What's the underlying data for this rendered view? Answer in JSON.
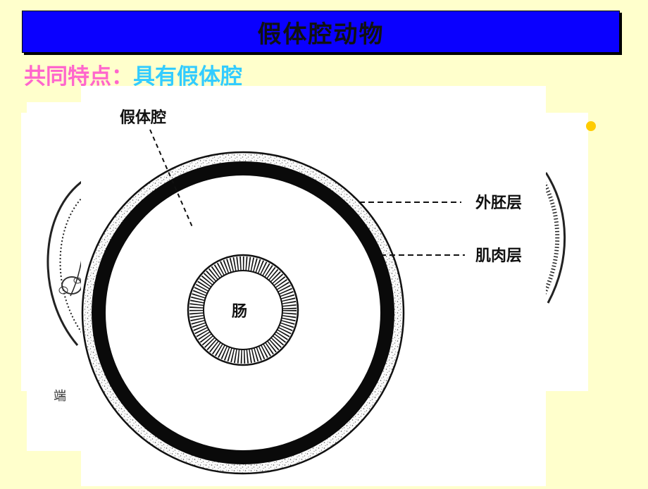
{
  "slide": {
    "title": "假体腔动物",
    "subtitle_label": "共同特点：",
    "subtitle_value": "具有假体腔",
    "accent_colors": {
      "title_bar": "#0A00FF",
      "background": "#FFFFCC",
      "subtitle_label": "#FF66CC",
      "subtitle_value": "#33CCFF",
      "bullet": "#FFCC00"
    }
  },
  "diagram": {
    "label_pseudocoel": "假体腔",
    "label_ectoderm": "外胚层",
    "label_muscle": "肌肉层",
    "label_gut": "肠"
  },
  "background_figure": {
    "partial_text": "端"
  }
}
